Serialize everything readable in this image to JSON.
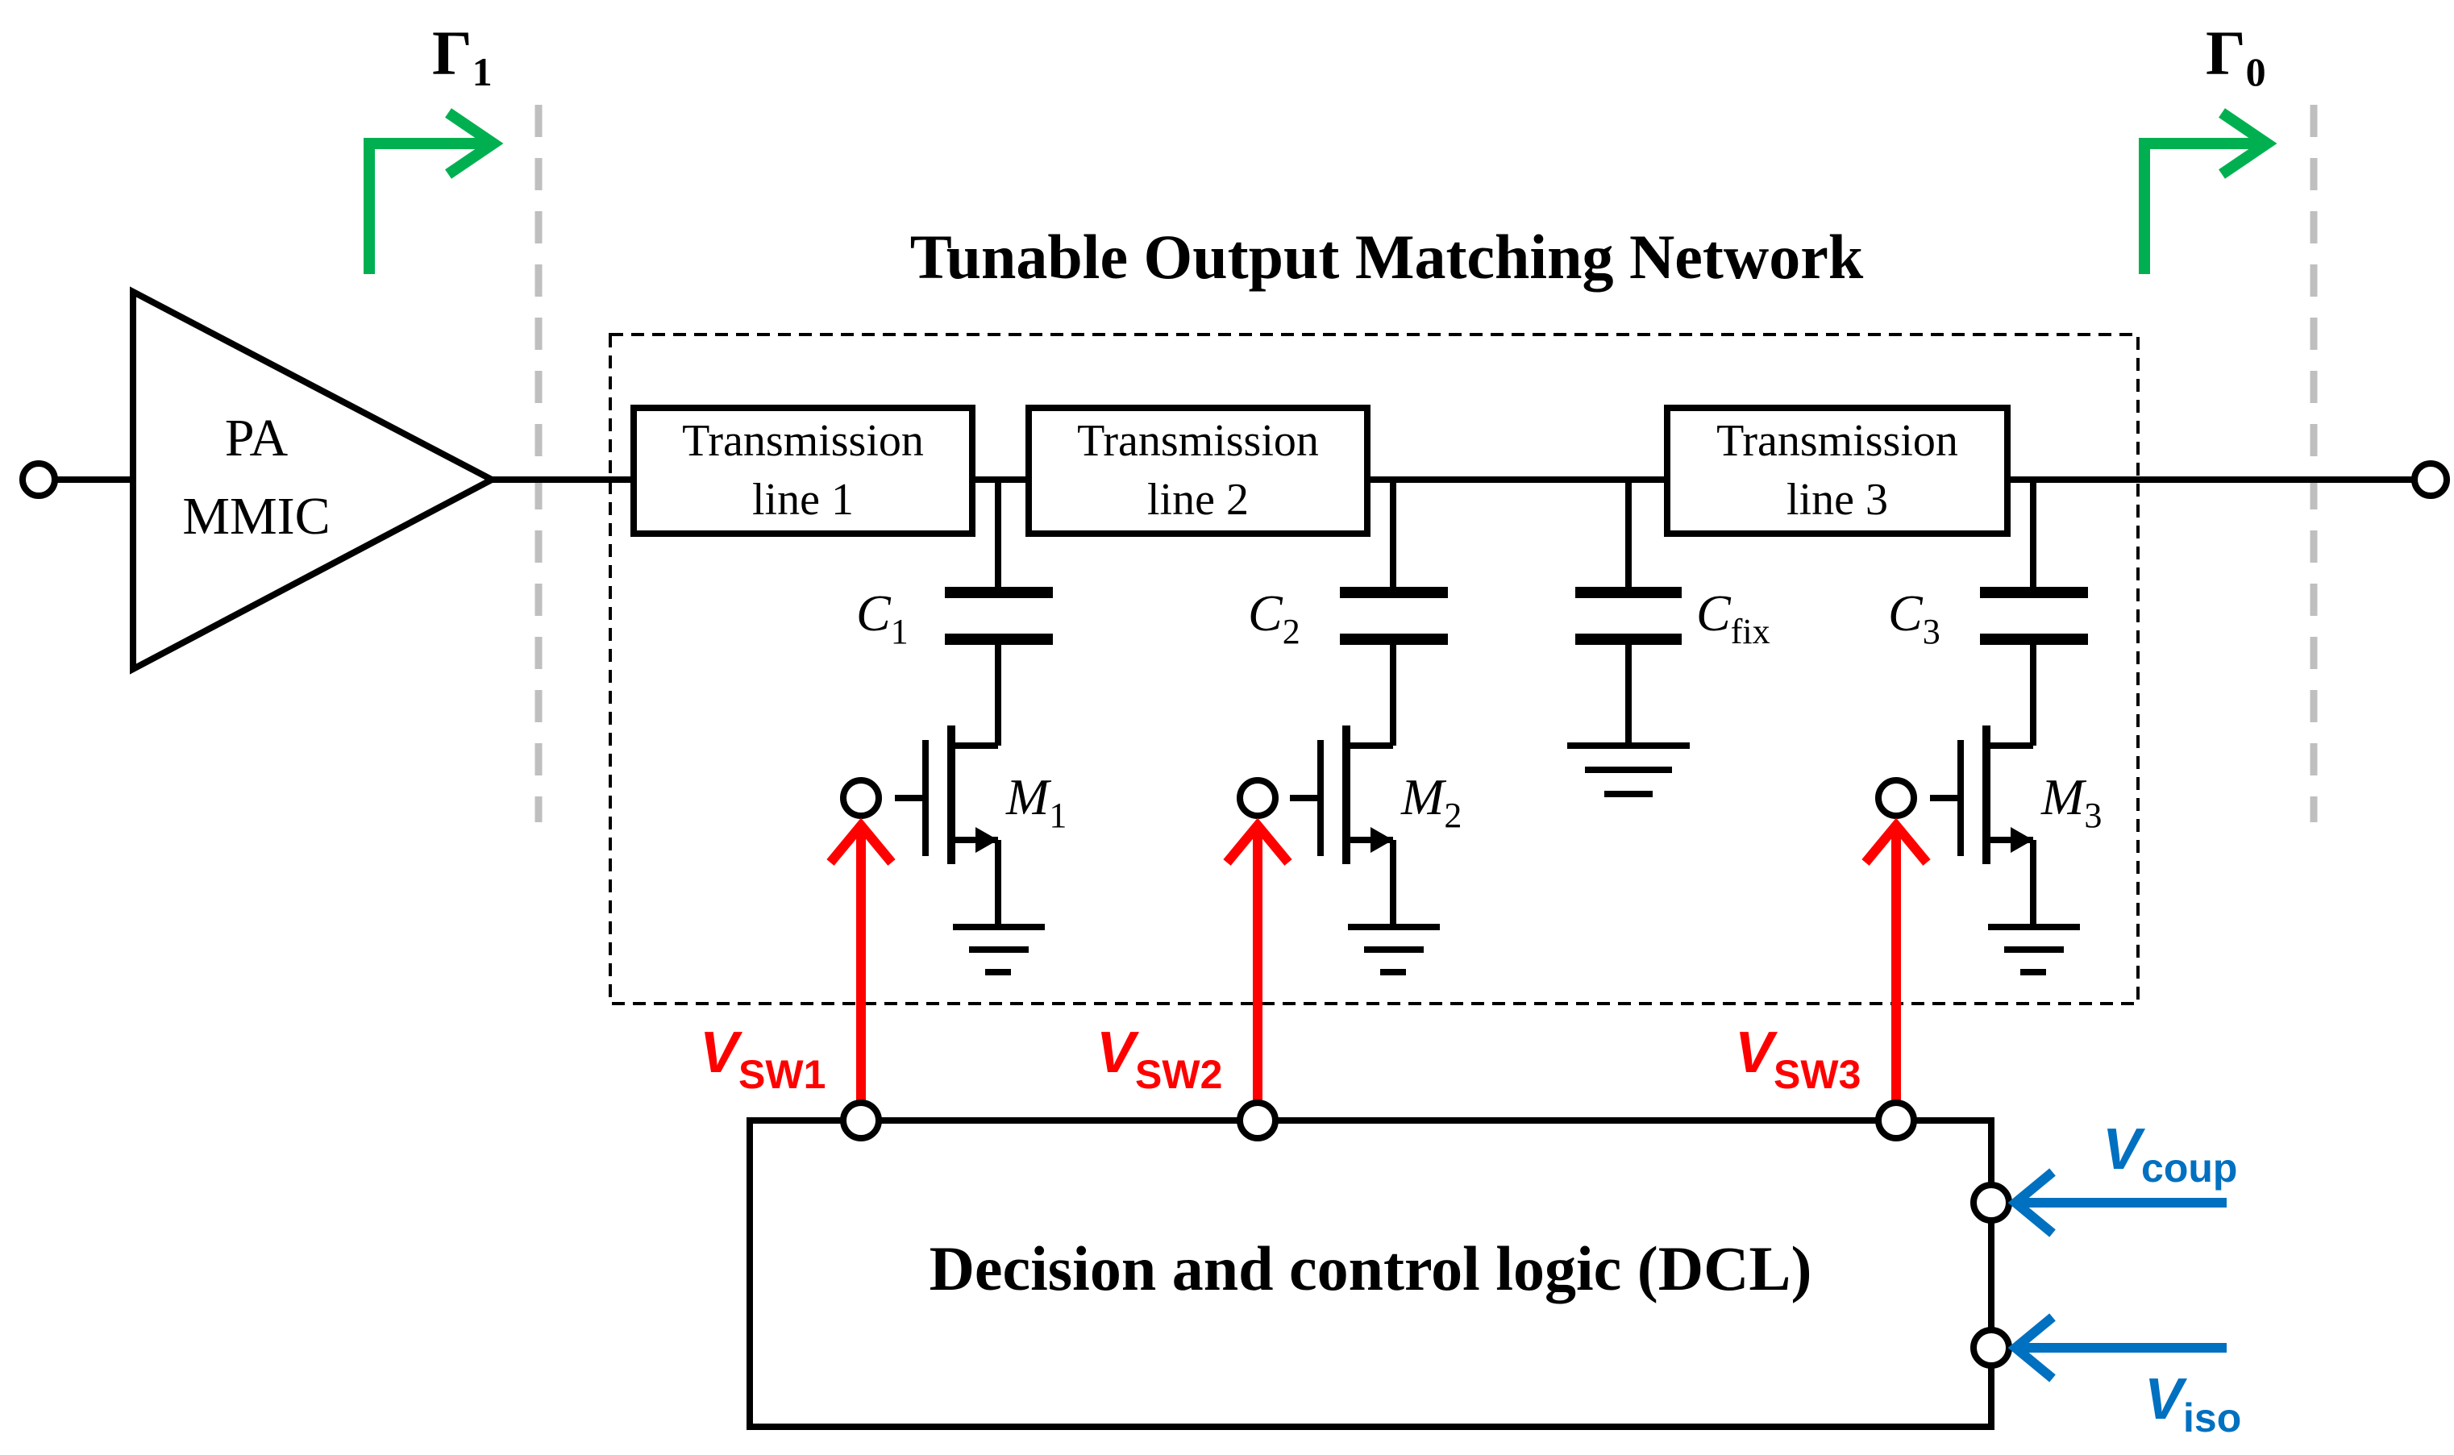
{
  "reflection": {
    "gamma1": {
      "main": "Γ",
      "sub": "1"
    },
    "gamma0": {
      "main": "Γ",
      "sub": "0"
    }
  },
  "network_title": "Tunable Output Matching Network",
  "pa": {
    "line1": "PA",
    "line2": "MMIC"
  },
  "tlines": [
    {
      "line1": "Transmission",
      "line2": "line 1"
    },
    {
      "line1": "Transmission",
      "line2": "line 2"
    },
    {
      "line1": "Transmission",
      "line2": "line 3"
    }
  ],
  "capacitors": [
    {
      "main": "C",
      "sub": "1"
    },
    {
      "main": "C",
      "sub": "2"
    },
    {
      "main": "C",
      "sub": "fix"
    },
    {
      "main": "C",
      "sub": "3"
    }
  ],
  "transistors": [
    {
      "main": "M",
      "sub": "1"
    },
    {
      "main": "M",
      "sub": "2"
    },
    {
      "main": "M",
      "sub": "3"
    }
  ],
  "switch_signals": [
    {
      "main": "V",
      "sub": "SW1"
    },
    {
      "main": "V",
      "sub": "SW2"
    },
    {
      "main": "V",
      "sub": "SW3"
    }
  ],
  "dcl_label": "Decision and control logic (DCL)",
  "dcl_inputs": [
    {
      "main": "V",
      "sub": "coup"
    },
    {
      "main": "V",
      "sub": "iso"
    }
  ],
  "colors": {
    "wire": "#000000",
    "guide_dashed": "#bfbfbf",
    "arrow_green": "#00b050",
    "switch_red": "#ff0000",
    "input_blue": "#0070c0"
  }
}
